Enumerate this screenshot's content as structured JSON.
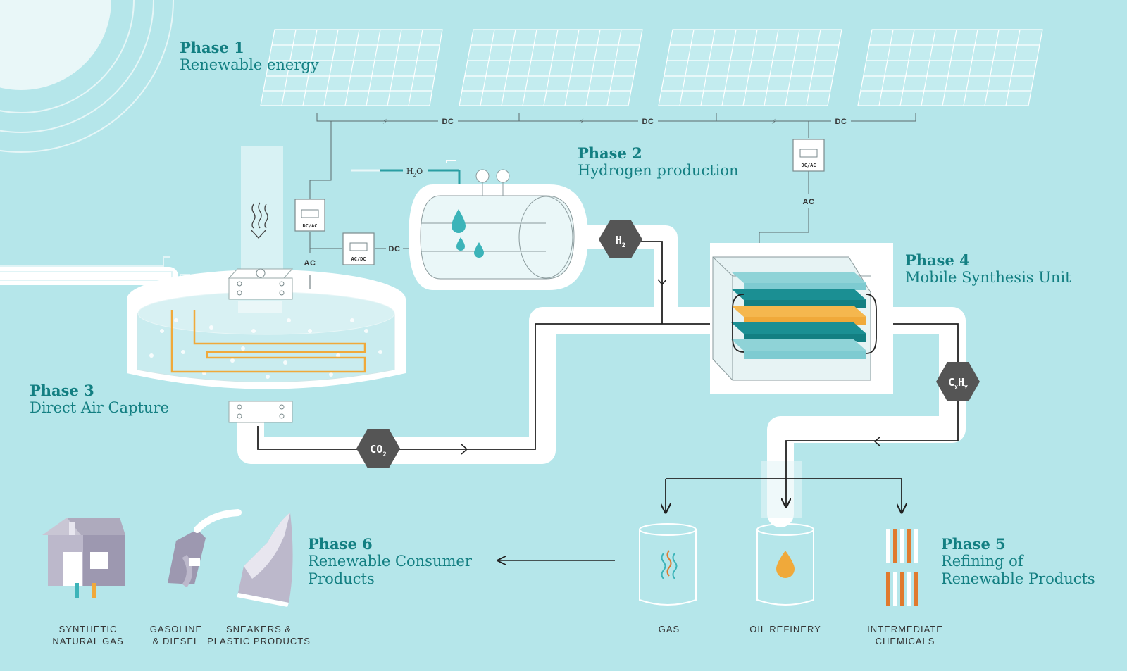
{
  "phases": {
    "p1": {
      "num": "Phase 1",
      "name": "Renewable energy"
    },
    "p2": {
      "num": "Phase 2",
      "name": "Hydrogen production"
    },
    "p3": {
      "num": "Phase 3",
      "name": "Direct Air Capture"
    },
    "p4": {
      "num": "Phase 4",
      "name": "Mobile Synthesis Unit"
    },
    "p5": {
      "num": "Phase 5",
      "name": "Refining of\nRenewable Products"
    },
    "p6": {
      "num": "Phase 6",
      "name": "Renewable Consumer\nProducts"
    }
  },
  "bus_labels": {
    "dc1": "DC",
    "dc2": "DC",
    "dc3": "DC"
  },
  "converters": {
    "dcac_left": "DC/AC",
    "acdc": "AC/DC",
    "dcac_right": "DC/AC"
  },
  "line_labels": {
    "ac_left": "AC",
    "dc_mid": "DC",
    "ac_right": "AC"
  },
  "water_label": {
    "main": "H",
    "sub": "2",
    "end": "O"
  },
  "hexagons": {
    "h2": {
      "main": "H",
      "sub": "2"
    },
    "co2": {
      "main": "CO",
      "sub": "2"
    },
    "cxhy": {
      "c": "C",
      "x": "X",
      "h": "H",
      "y": "Y"
    }
  },
  "outputs": {
    "gas": "GAS",
    "oil": "OIL REFINERY",
    "chem": "INTERMEDIATE\nCHEMICALS"
  },
  "products": {
    "sng": "SYNTHETIC\nNATURAL GAS",
    "fuel": "GASOLINE\n& DIESEL",
    "sneakers": "SNEAKERS &\nPLASTIC PRODUCTS"
  },
  "colors": {
    "background": "#b5e6ea",
    "teal_dark": "#137f82",
    "teal_light": "#7ecbd1",
    "orange": "#f0a93a",
    "hex_gray": "#555555",
    "pipe_white": "#ffffff"
  }
}
